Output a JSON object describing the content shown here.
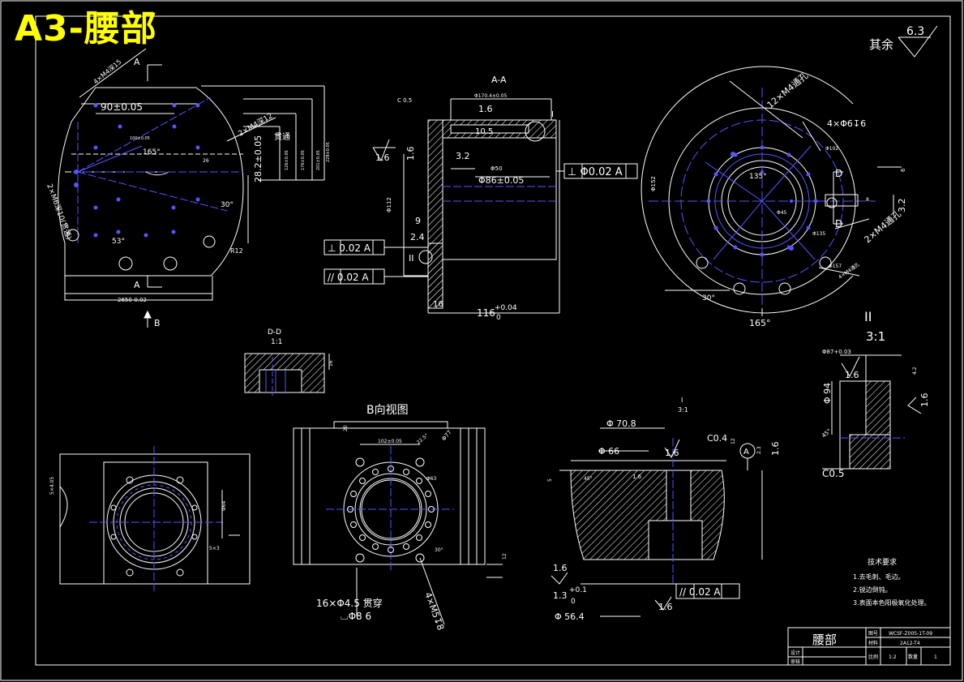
{
  "sheet": {
    "corner_title": "A3-腰部",
    "surface_note": {
      "label": "其余",
      "roughness": "6.3"
    }
  },
  "view_top_left": {
    "section_a_top": "A",
    "section_a_bottom": "A",
    "arrow_b": "B",
    "dims": {
      "d90": "90±0.05",
      "d165": "165°",
      "d53": "53°",
      "d30": "30°",
      "d28": "28.2±0.05",
      "bottom_width": "2650-0.02",
      "through": "贯通",
      "holes_upper": "2×M4深12",
      "holes_left": "4×M4深15",
      "holes_side": "2×M6深10(贯通)",
      "r": "R12",
      "dim_small": "26",
      "dim_s": "100±0.05",
      "dim_t": "126±0.05",
      "dim_u": "176±0.05",
      "dim_v": "201±0.05",
      "dim_w": "228±0.05"
    }
  },
  "view_section_aa": {
    "title": "A-A",
    "dims": {
      "top_chamfer": "C 0.5",
      "width_top": "Φ170.4±0.05",
      "rough_top": "1.6",
      "ten": "10.5",
      "rough_left": "1.6",
      "rough_small1": "1.6",
      "d32": "3.2",
      "d650": "Φ50",
      "d86": "Φ86±0.05",
      "d112": "Φ112",
      "d9": "9",
      "d24": "2.4",
      "d16": "16",
      "length": "116",
      "len_tol_up": "+0.04",
      "len_tol_dn": "0",
      "perp_tol": "⊥ Φ0.02 A",
      "flat_tol1": "⊥ 0.02 A",
      "flat_tol2": "// 0.02 A",
      "mark_i": "I",
      "mark_ii": "II"
    }
  },
  "view_right_circle": {
    "dims": {
      "holes_12": "12×M4通孔",
      "holes_4": "4×Φ6↧6",
      "holes_2": "2×M4通孔",
      "holes_4b": "4×M4通孔",
      "a135": "135°",
      "a165": "165°",
      "a30": "30°",
      "d102": "Φ102",
      "d152": "Φ152",
      "d157": "Φ157",
      "label_d_top": "D",
      "label_d_bot": "D",
      "d32": "3.2",
      "d6": "6",
      "d8": "8",
      "d45": "Φ45",
      "d135": "Φ135"
    }
  },
  "detail_ii": {
    "title": "II",
    "scale": "3:1",
    "dims": {
      "rough1": "1.6",
      "rough2": "1.6",
      "d94": "Φ 94",
      "c05": "C0.5",
      "d87": "Φ87+0.03",
      "d45": "45°",
      "dim_side": "4.2"
    }
  },
  "view_dd": {
    "title": "D-D",
    "scale": "1:1",
    "dim": "16"
  },
  "view_bottom_left": {
    "dims": {
      "d1": "5×4.05",
      "d2": "Φ64",
      "d3": "5×3"
    }
  },
  "view_b": {
    "title": "B向视图",
    "dims": {
      "holes_16": "16×Φ4.5 贯穿",
      "cbore": "⌴Φ8 6",
      "thread": "4×M5↧8",
      "d102": "102±0.05",
      "d77": "Φ77",
      "d63": "Φ63",
      "d20": "20",
      "d12": "12",
      "a225": "22.5°",
      "a30": "30°"
    }
  },
  "view_detail_i": {
    "title": "I",
    "scale": "3:1",
    "dims": {
      "d708": "Φ 70.8",
      "d66": "Φ 66",
      "c04": "C0.4",
      "rough1": "1.6",
      "rough2": "1.6",
      "rough3": "1.6",
      "rough4": "1.6",
      "rough5": "1.6",
      "d13": "1.3",
      "d13tol_up": "+0.1",
      "d13tol_dn": "0",
      "d564": "Φ 56.4",
      "par_tol": "// 0.02 A",
      "datum": "A",
      "d12": "12",
      "d45": "45°",
      "d23": "2.3",
      "d5": "5"
    }
  },
  "tech_notes": {
    "title": "技术要求",
    "items": [
      "1.去毛刺、毛边。",
      "2.锐边倒钝。",
      "3.表面本色阳极氧化处理。"
    ]
  },
  "title_block": {
    "part_name": "腰部",
    "drawing_no": "WCSF-Z005-1T-09",
    "material": "2A12-T4",
    "scale": "1:2",
    "sheet": "1",
    "label_no": "图号",
    "label_mat": "材料",
    "label_scale": "比例",
    "label_qty": "数量",
    "label_design": "设计",
    "label_check": "审核"
  }
}
